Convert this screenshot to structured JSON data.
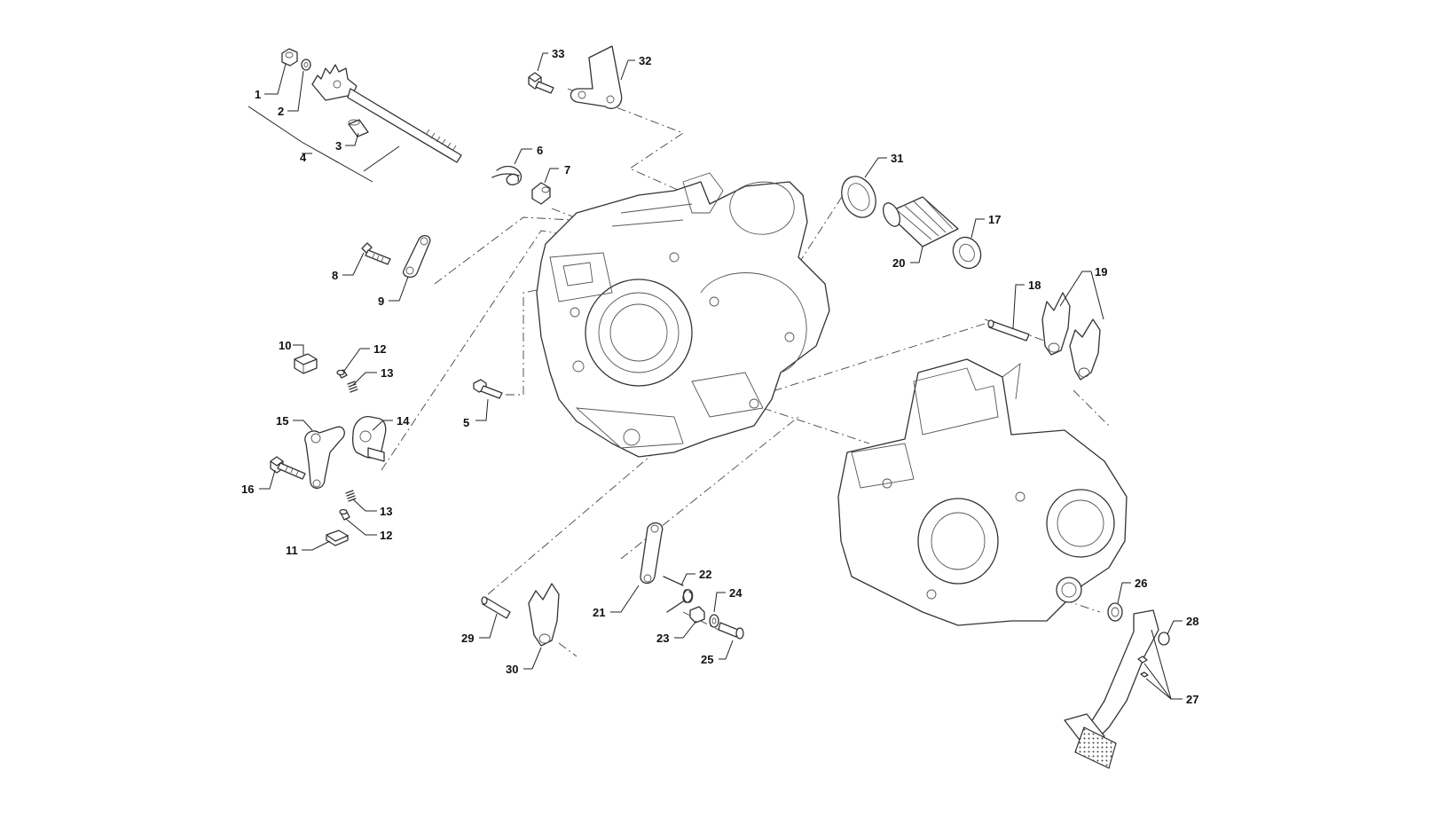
{
  "diagram": {
    "part_labels": [
      {
        "id": "p1",
        "text": "1"
      },
      {
        "id": "p2",
        "text": "2"
      },
      {
        "id": "p3",
        "text": "3"
      },
      {
        "id": "p4",
        "text": "4"
      },
      {
        "id": "p5",
        "text": "5"
      },
      {
        "id": "p6",
        "text": "6"
      },
      {
        "id": "p7",
        "text": "7"
      },
      {
        "id": "p8",
        "text": "8"
      },
      {
        "id": "p9",
        "text": "9"
      },
      {
        "id": "p10",
        "text": "10"
      },
      {
        "id": "p11",
        "text": "11"
      },
      {
        "id": "p12a",
        "text": "12"
      },
      {
        "id": "p12b",
        "text": "12"
      },
      {
        "id": "p13a",
        "text": "13"
      },
      {
        "id": "p13b",
        "text": "13"
      },
      {
        "id": "p14",
        "text": "14"
      },
      {
        "id": "p15",
        "text": "15"
      },
      {
        "id": "p16",
        "text": "16"
      },
      {
        "id": "p17",
        "text": "17"
      },
      {
        "id": "p18",
        "text": "18"
      },
      {
        "id": "p19",
        "text": "19"
      },
      {
        "id": "p20",
        "text": "20"
      },
      {
        "id": "p21",
        "text": "21"
      },
      {
        "id": "p22",
        "text": "22"
      },
      {
        "id": "p23",
        "text": "23"
      },
      {
        "id": "p24",
        "text": "24"
      },
      {
        "id": "p25",
        "text": "25"
      },
      {
        "id": "p26",
        "text": "26"
      },
      {
        "id": "p27",
        "text": "27"
      },
      {
        "id": "p28",
        "text": "28"
      },
      {
        "id": "p29",
        "text": "29"
      },
      {
        "id": "p30",
        "text": "30"
      },
      {
        "id": "p31",
        "text": "31"
      },
      {
        "id": "p32",
        "text": "32"
      },
      {
        "id": "p33",
        "text": "33"
      }
    ]
  }
}
